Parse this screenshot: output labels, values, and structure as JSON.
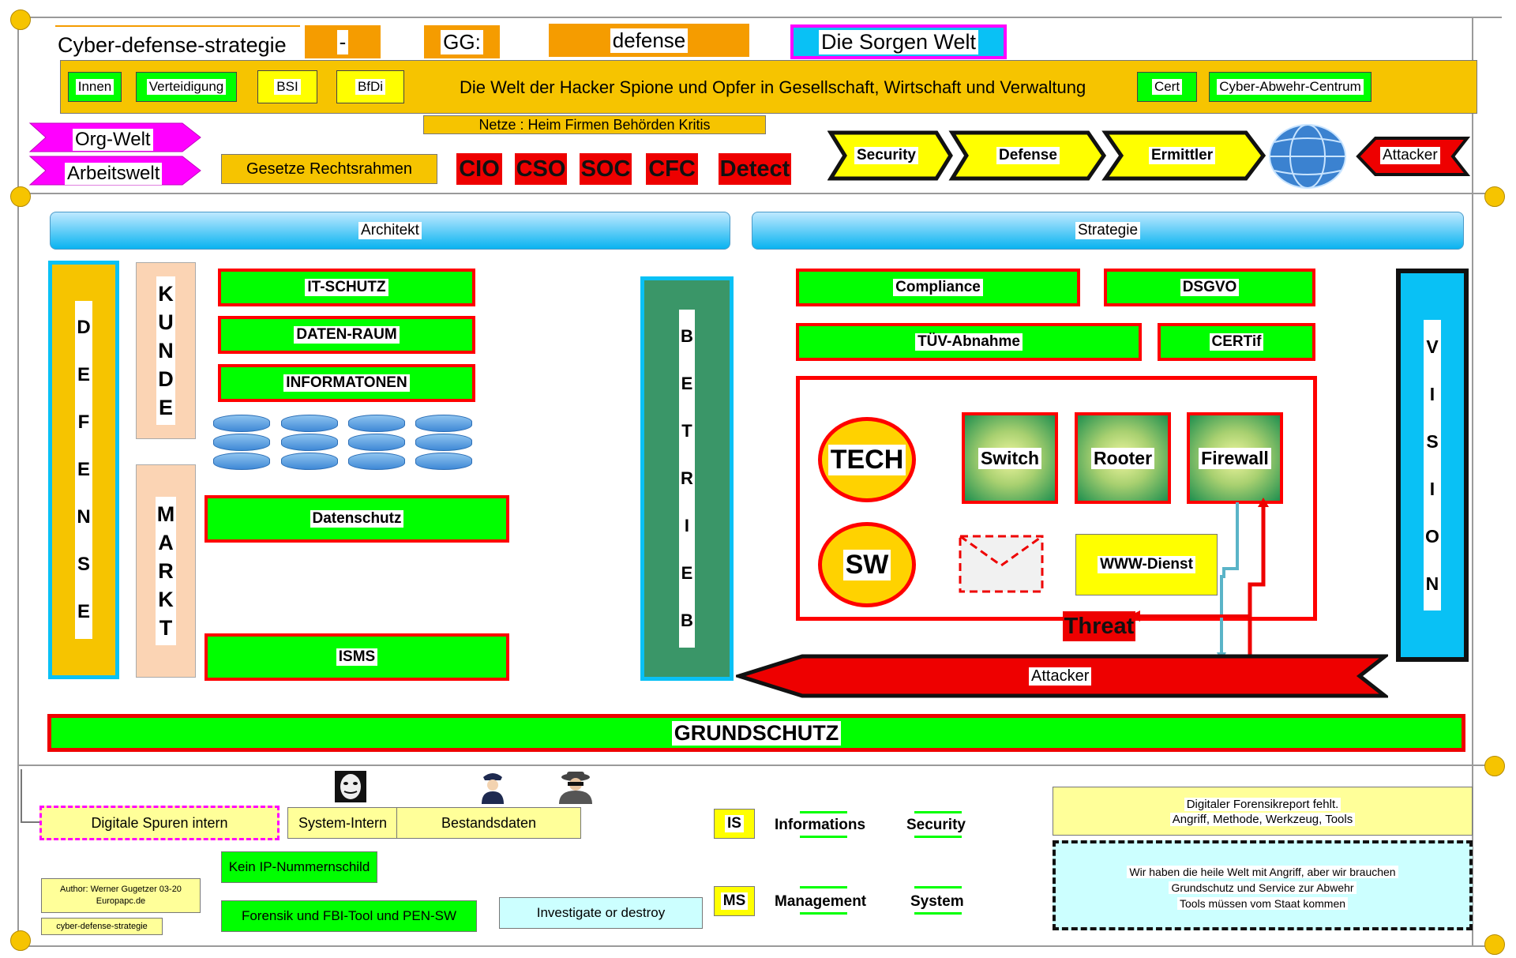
{
  "colors": {
    "yellow": "#f6c400",
    "orange": "#f59c00",
    "green": "#00ff00",
    "red": "#ee0000",
    "cyan": "#09c1f5",
    "magenta": "#ff00ff",
    "teal": "#3a9668",
    "peach": "#fbd4b4"
  },
  "header": {
    "title": "Cyber-defense-strategie",
    "dash": "-",
    "gg": "GG:",
    "defense": "defense",
    "sorgen": "Die Sorgen Welt"
  },
  "band": {
    "chips_left": [
      "Innen",
      "Verteidigung"
    ],
    "chips_yellow": [
      "BSI",
      "BfDi"
    ],
    "main_text": "Die Welt der Hacker Spione und Opfer in Gesellschaft, Wirtschaft und Verwaltung",
    "chips_right": [
      "Cert",
      "Cyber-Abwehr-Centrum"
    ],
    "netze": "Netze : Heim Firmen Behörden Kritis"
  },
  "row3": {
    "org_welt": "Org-Welt",
    "arbeitswelt": "Arbeitswelt",
    "gesetze": "Gesetze Rechtsrahmen",
    "roles": [
      "CIO",
      "CSO",
      "SOC",
      "CFC",
      "Detect"
    ],
    "chevrons": [
      "Security",
      "Defense",
      "Ermittler"
    ],
    "globe_icon": "globe-icon",
    "attacker": "Attacker"
  },
  "main": {
    "architekt": "Architekt",
    "strategie": "Strategie",
    "defense_letters": [
      "D",
      "E",
      "F",
      "E",
      "N",
      "S",
      "E"
    ],
    "kunde_letters": [
      "K",
      "U",
      "N",
      "D",
      "E"
    ],
    "markt_letters": [
      "M",
      "A",
      "R",
      "K",
      "T"
    ],
    "betrieb_letters": [
      "B",
      "E",
      "T",
      "R",
      "I",
      "E",
      "B"
    ],
    "vision_letters": [
      "V",
      "I",
      "S",
      "I",
      "O",
      "N"
    ],
    "left_boxes": [
      "IT-SCHUTZ",
      "DATEN-RAUM",
      "INFORMATONEN"
    ],
    "datenschutz": "Datenschutz",
    "isms": "ISMS",
    "right_boxes": [
      "Compliance",
      "DSGVO",
      "TÜV-Abnahme",
      "CERTif"
    ],
    "tech": "TECH",
    "sw": "SW",
    "tiles": [
      "Switch",
      "Rooter",
      "Firewall"
    ],
    "www": "WWW-Dienst",
    "threat": "Threat",
    "attacker_bar": "Attacker",
    "grundschutz": "GRUNDSCHUTZ"
  },
  "footer": {
    "digitale_spuren": "Digitale Spuren intern",
    "system_intern": "System-Intern",
    "bestandsdaten": "Bestandsdaten",
    "kein_ip": "Kein IP-Nummernschild",
    "forensik": "Forensik und FBI-Tool und PEN-SW",
    "investigate": "Investigate or destroy",
    "author_line1": "Author: Werner Gugetzer  03-20",
    "author_line2": "Europapc.de",
    "filename": "cyber-defense-strategie",
    "is": "IS",
    "ms": "MS",
    "informations": "Informations",
    "security": "Security",
    "management": "Management",
    "system": "System",
    "report_line1": "Digitaler Forensikreport fehlt.",
    "report_line2": "Angriff, Methode, Werkzeug, Tools",
    "note_line1": "Wir haben die heile Welt mit Angriff, aber wir brauchen",
    "note_line2": "Grundschutz und Service zur Abwehr",
    "note_line3": "Tools müssen vom Staat kommen"
  }
}
